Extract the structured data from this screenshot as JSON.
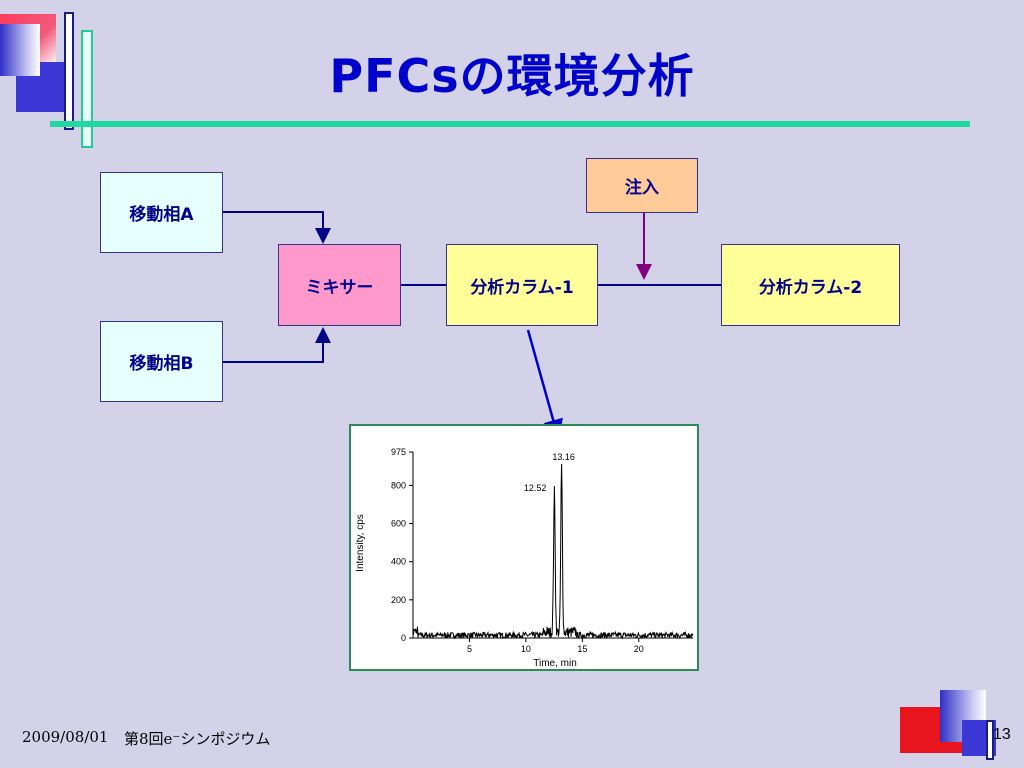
{
  "slide": {
    "title": "PFCsの環境分析",
    "footer_date": "2009/08/01",
    "footer_event": "第8回e⁻シンポジウム",
    "page_number": "13"
  },
  "flow": {
    "mobile_phase_a": "移動相A",
    "mobile_phase_b": "移動相B",
    "mixer": "ミキサー",
    "column_1": "分析カラム-1",
    "column_2": "分析カラム-2",
    "injection": "注入"
  },
  "colors": {
    "background": "#d4d2e8",
    "title": "#0000cc",
    "title_rule": "#1ed9a0",
    "mobile_phase_box": "#e6ffff",
    "mixer_box": "#ff99cc",
    "column_box": "#ffff99",
    "injection_box": "#ffcc99",
    "connector": "#00008b",
    "injection_arrow": "#800080",
    "callout_arrow": "#0000cc"
  },
  "chart_data": {
    "type": "line",
    "title": "",
    "xlabel": "Time, min",
    "ylabel": "Intensity, cps",
    "xlim": [
      0,
      24.8
    ],
    "ylim": [
      0,
      975
    ],
    "x_ticks": [
      5,
      10,
      15,
      20
    ],
    "y_ticks": [
      0,
      200,
      400,
      600,
      800,
      975
    ],
    "grid": false,
    "peaks": [
      {
        "label": "12.52",
        "x": 12.52,
        "y": 740
      },
      {
        "label": "13.16",
        "x": 13.16,
        "y": 870
      }
    ],
    "baseline_noise": 30
  }
}
